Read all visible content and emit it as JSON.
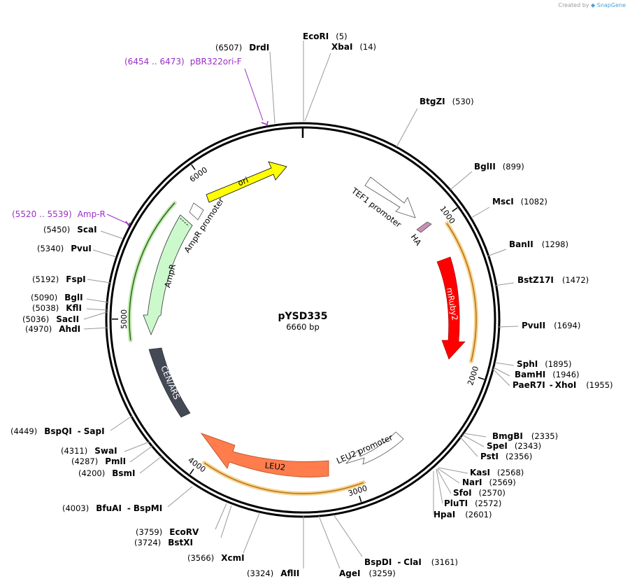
{
  "credit": {
    "text": "Created by",
    "brand": "SnapGene"
  },
  "plasmid": {
    "name": "pYSD335",
    "length_label": "6660 bp",
    "length": 6660
  },
  "ticks": [
    {
      "label": "1000",
      "pos": 1000
    },
    {
      "label": "2000",
      "pos": 2000
    },
    {
      "label": "3000",
      "pos": 3000
    },
    {
      "label": "4000",
      "pos": 4000
    },
    {
      "label": "5000",
      "pos": 5000
    },
    {
      "label": "6000",
      "pos": 6000
    }
  ],
  "sites": [
    {
      "name": "EcoRI",
      "pos": "(5)"
    },
    {
      "name": "XbaI",
      "pos": "(14)"
    },
    {
      "name": "BtgZI",
      "pos": "(530)"
    },
    {
      "name": "BglII",
      "pos": "(899)"
    },
    {
      "name": "MscI",
      "pos": "(1082)"
    },
    {
      "name": "BanII",
      "pos": "(1298)"
    },
    {
      "name": "BstZ17I",
      "pos": "(1472)"
    },
    {
      "name": "PvuII",
      "pos": "(1694)"
    },
    {
      "name": "SphI",
      "pos": "(1895)"
    },
    {
      "name": "BamHI",
      "pos": "(1946)"
    },
    {
      "name": "PaeR7I",
      "name2": "XhoI",
      "pos": "(1955)"
    },
    {
      "name": "BmgBI",
      "pos": "(2335)"
    },
    {
      "name": "SpeI",
      "pos": "(2343)"
    },
    {
      "name": "PstI",
      "pos": "(2356)"
    },
    {
      "name": "KasI",
      "pos": "(2568)"
    },
    {
      "name": "NarI",
      "pos": "(2569)"
    },
    {
      "name": "SfoI",
      "pos": "(2570)"
    },
    {
      "name": "PluTI",
      "pos": "(2572)"
    },
    {
      "name": "HpaI",
      "pos": "(2601)"
    },
    {
      "name": "BspDI",
      "name2": "ClaI",
      "pos": "(3161)"
    },
    {
      "name": "AgeI",
      "pos": "(3259)"
    },
    {
      "name": "AflII",
      "pos": "(3324)"
    },
    {
      "name": "XcmI",
      "pos": "(3566)"
    },
    {
      "name": "BstXI",
      "pos": "(3724)"
    },
    {
      "name": "EcoRV",
      "pos": "(3759)"
    },
    {
      "name": "BfuAI",
      "name2": "BspMI",
      "pos": "(4003)"
    },
    {
      "name": "BsmI",
      "pos": "(4200)"
    },
    {
      "name": "PmlI",
      "pos": "(4287)"
    },
    {
      "name": "SwaI",
      "pos": "(4311)"
    },
    {
      "name": "BspQI",
      "name2": "SapI",
      "pos": "(4449)"
    },
    {
      "name": "AhdI",
      "pos": "(4970)"
    },
    {
      "name": "SacII",
      "pos": "(5036)"
    },
    {
      "name": "KflI",
      "pos": "(5038)"
    },
    {
      "name": "BglI",
      "pos": "(5090)"
    },
    {
      "name": "FspI",
      "pos": "(5192)"
    },
    {
      "name": "PvuI",
      "pos": "(5340)"
    },
    {
      "name": "ScaI",
      "pos": "(5450)"
    },
    {
      "name": "DrdI",
      "pos": "(6507)"
    }
  ],
  "primers": [
    {
      "name": "pBR322ori-F",
      "range": "(6454 .. 6473)"
    },
    {
      "name": "Amp-R",
      "range": "(5520 .. 5539)"
    }
  ],
  "features": [
    {
      "name": "ori",
      "color": "#ffff00"
    },
    {
      "name": "TEF1 promoter",
      "color": "#ffffff"
    },
    {
      "name": "HA",
      "color": "#c98fb4"
    },
    {
      "name": "mRuby2",
      "color": "#ff0000"
    },
    {
      "name": "LEU2 promoter",
      "color": "#ffffff"
    },
    {
      "name": "LEU2",
      "color": "#ff7c4d"
    },
    {
      "name": "CEN/ARS",
      "color": "#434a55"
    },
    {
      "name": "AmpR",
      "color": "#ccf9cc"
    },
    {
      "name": "AmpR promoter",
      "color": "#ffffff"
    }
  ]
}
